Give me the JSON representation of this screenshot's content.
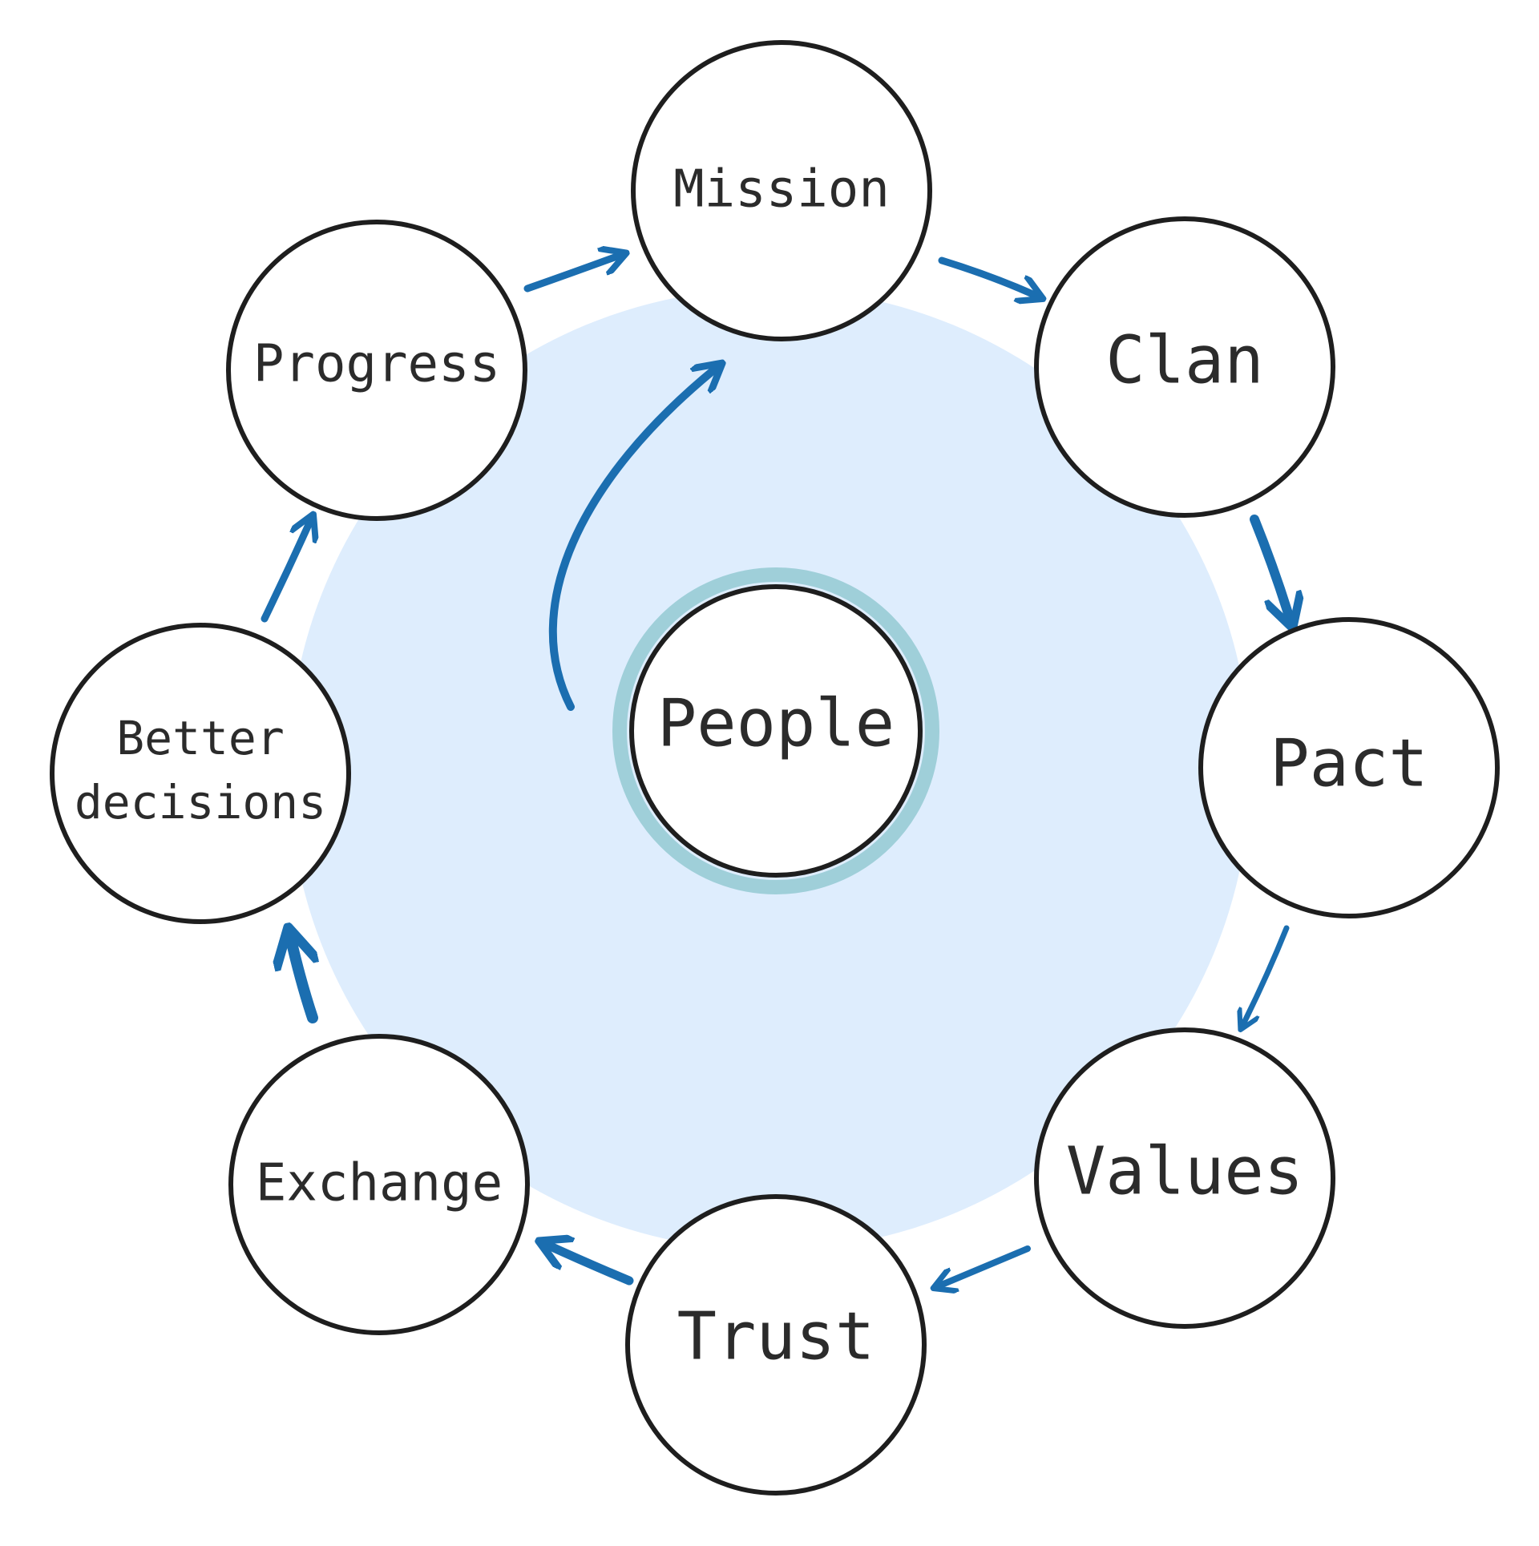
{
  "diagram": {
    "center_label": "People",
    "nodes": {
      "mission": "Mission",
      "clan": "Clan",
      "pact": "Pact",
      "values": "Values",
      "trust": "Trust",
      "exchange": "Exchange",
      "better_decisions_line1": "Better",
      "better_decisions_line2": "decisions",
      "progress": "Progress"
    },
    "colors": {
      "background_disc": "#deedfd",
      "arrow": "#1b6eb0",
      "center_ring": "#9fcfd9",
      "circle_stroke": "#1e1e1e",
      "circle_fill": "#ffffff"
    }
  }
}
